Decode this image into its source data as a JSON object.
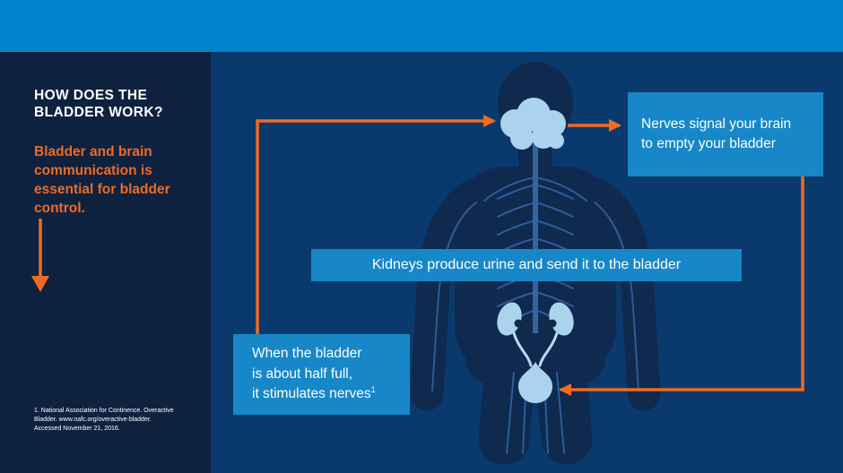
{
  "colors": {
    "brand_bar_blue": "#0083ca",
    "sidebar_navy": "#0e2240",
    "canvas_navy": "#0a3a6d",
    "body_silhouette": "#10294f",
    "nerve_blue": "#2c5c99",
    "organ_light_blue": "#abd3ee",
    "callout_blue": "#1787c8",
    "arrow_orange": "#f16a22",
    "text_white": "#ffffff"
  },
  "sidebar": {
    "heading_lines": [
      "HOW DOES THE",
      "BLADDER WORK?"
    ],
    "intro_lines": [
      "Bladder and brain",
      "communication is",
      "essential for bladder",
      "control."
    ],
    "footnote_lines": [
      "1. National Association for Continence. Overactive",
      "Bladder. www.nafc.org/overactive-bladder.",
      "Accessed November 21, 2016."
    ]
  },
  "diagram": {
    "callout_brain_lines": [
      "Nerves signal your brain",
      "to empty your bladder"
    ],
    "callout_kidneys_text": "Kidneys produce urine and send it to the bladder",
    "callout_bladder_lines": [
      "When the bladder",
      "is about half full,",
      "it stimulates nerves"
    ],
    "callout_bladder_footnote_marker": "1"
  }
}
